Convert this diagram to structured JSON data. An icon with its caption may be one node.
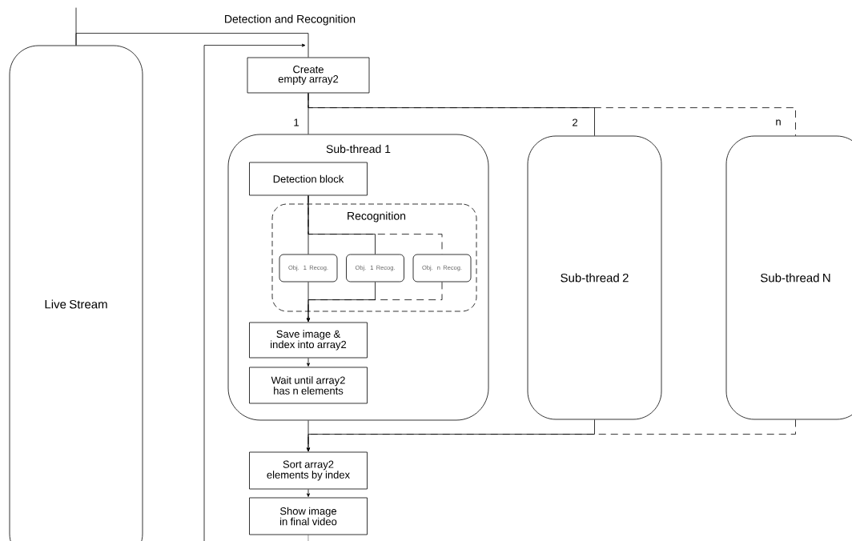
{
  "diagram": {
    "title": "Detection and Recognition",
    "nodes": [
      {
        "text": [
          "Live Stream"
        ]
      },
      {
        "text": [
          "Create empty array2"
        ]
      },
      {
        "text": [
          "Sub-thread 1"
        ]
      },
      {
        "text": [
          "Detection block"
        ],
        "in": 2
      },
      {
        "text": [
          "Recognition"
        ],
        "in": 2
      },
      {
        "text": [
          "Obj. 1 Recog."
        ],
        "in": 4
      },
      {
        "text": [
          "Obj. 1 Recog."
        ],
        "in": 4
      },
      {
        "text": [
          "Obj. n Recog."
        ],
        "in": 4
      },
      {
        "text": [
          "Save image & index into array2"
        ],
        "in": 2
      },
      {
        "text": [
          "Wait until array2 has n elements"
        ],
        "in": 2
      },
      {
        "text": [
          "Sub-thread 2"
        ]
      },
      {
        "text": [
          "Sub-thread N"
        ]
      },
      {
        "text": [
          "Sort array2 elements by index"
        ]
      },
      {
        "text": [
          "Show image in final video"
        ]
      }
    ],
    "edges": [
      {
        "from": null,
        "to": 0,
        "arrow": "none"
      },
      {
        "from": 0,
        "to": 1,
        "arrow": "none"
      },
      {
        "from": null,
        "to": 1,
        "arrow": "to"
      },
      {
        "from": 13,
        "to": null,
        "arrow": "none"
      },
      {
        "from": 1,
        "to": 2,
        "arrow": "none",
        "label": "1"
      },
      {
        "from": 1,
        "to": 10,
        "arrow": "none",
        "label": "2"
      },
      {
        "from": 1,
        "to": 11,
        "arrow": "none",
        "label": "n",
        "style": "dashed"
      },
      {
        "from": 3,
        "to": 5,
        "arrow": "none"
      },
      {
        "from": 3,
        "to": 6,
        "arrow": "none"
      },
      {
        "from": 3,
        "to": 7,
        "arrow": "none",
        "style": "dashed"
      },
      {
        "from": 5,
        "to": 8,
        "arrow": "to"
      },
      {
        "from": 6,
        "to": 8,
        "arrow": "to"
      },
      {
        "from": 7,
        "to": 8,
        "arrow": "to",
        "style": "dashed"
      },
      {
        "from": 8,
        "to": 9,
        "arrow": "to"
      },
      {
        "from": 2,
        "to": 12,
        "arrow": "to"
      },
      {
        "from": 10,
        "to": 12,
        "arrow": "to"
      },
      {
        "from": 11,
        "to": 12,
        "arrow": "to",
        "style": "dashed"
      },
      {
        "from": 12,
        "to": 13,
        "arrow": "to"
      }
    ]
  }
}
